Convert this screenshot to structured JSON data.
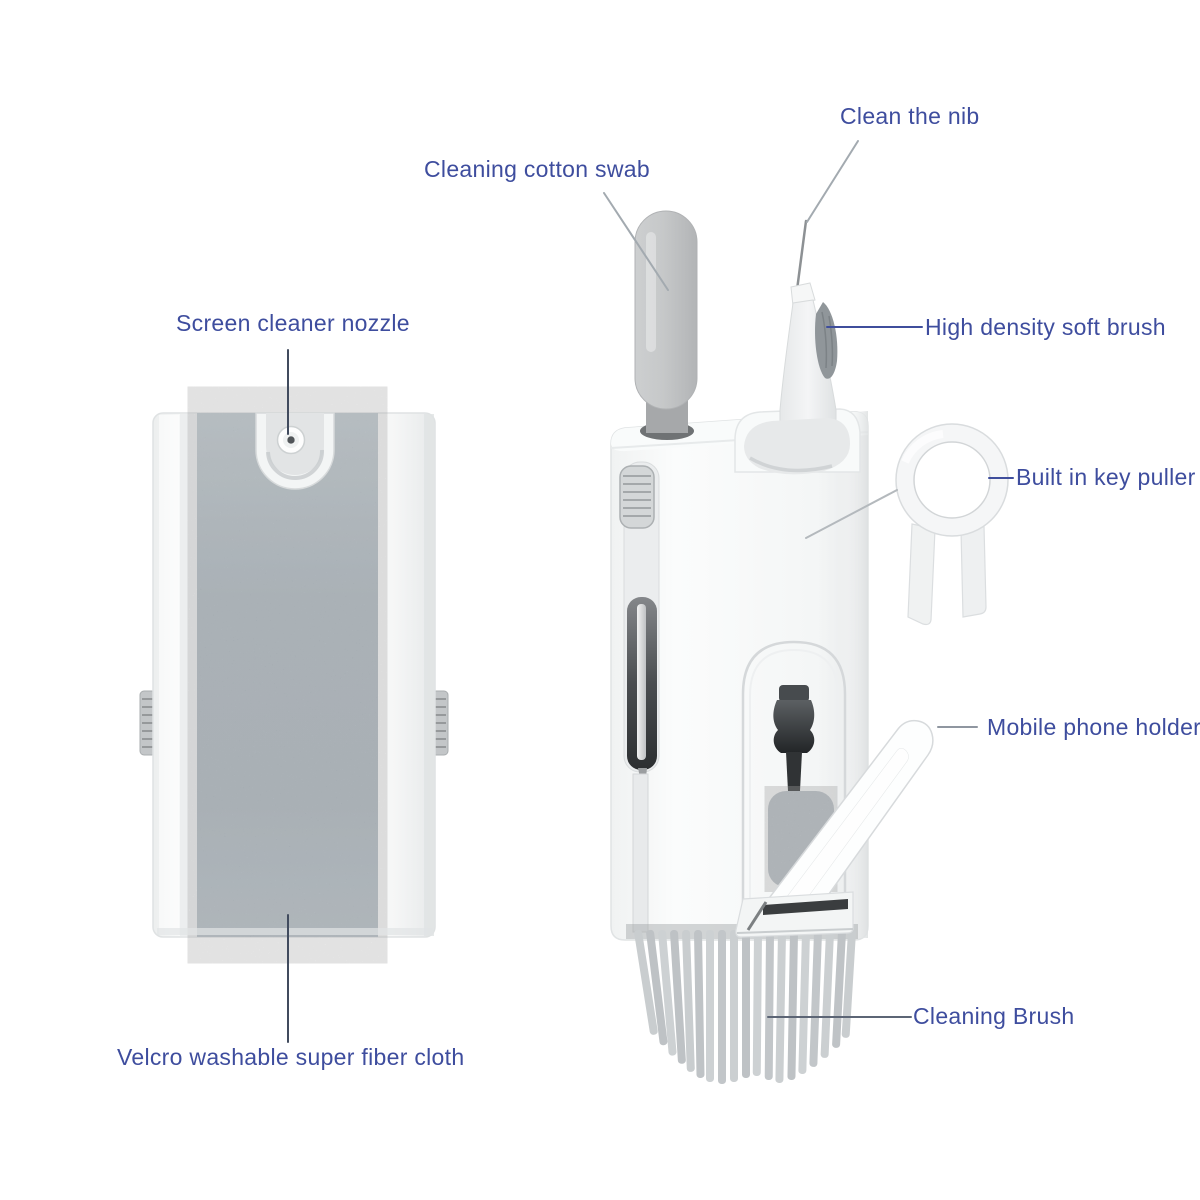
{
  "page": {
    "background": "#ffffff",
    "type": "product-annotation-diagram"
  },
  "colors": {
    "label_text": "#3e4d9e",
    "leader_blue": "#3f4e9c",
    "leader_gray": "#a3aab0",
    "leader_slate": "#414b5e",
    "cloth_panel": "#adb8c0",
    "device_body": "#f8fafa",
    "brush_bristle": "#c5c9cc"
  },
  "callouts": {
    "clean_the_nib": "Clean the nib",
    "cleaning_cotton_swab": "Cleaning cotton swab",
    "screen_cleaner_nozzle": "Screen cleaner nozzle",
    "high_density_soft_brush": "High density soft brush",
    "built_in_key_puller": "Built in key puller",
    "mobile_phone_holder": "Mobile phone holder",
    "cleaning_brush": "Cleaning Brush",
    "velcro_cloth": "Velcro washable super fiber cloth"
  }
}
